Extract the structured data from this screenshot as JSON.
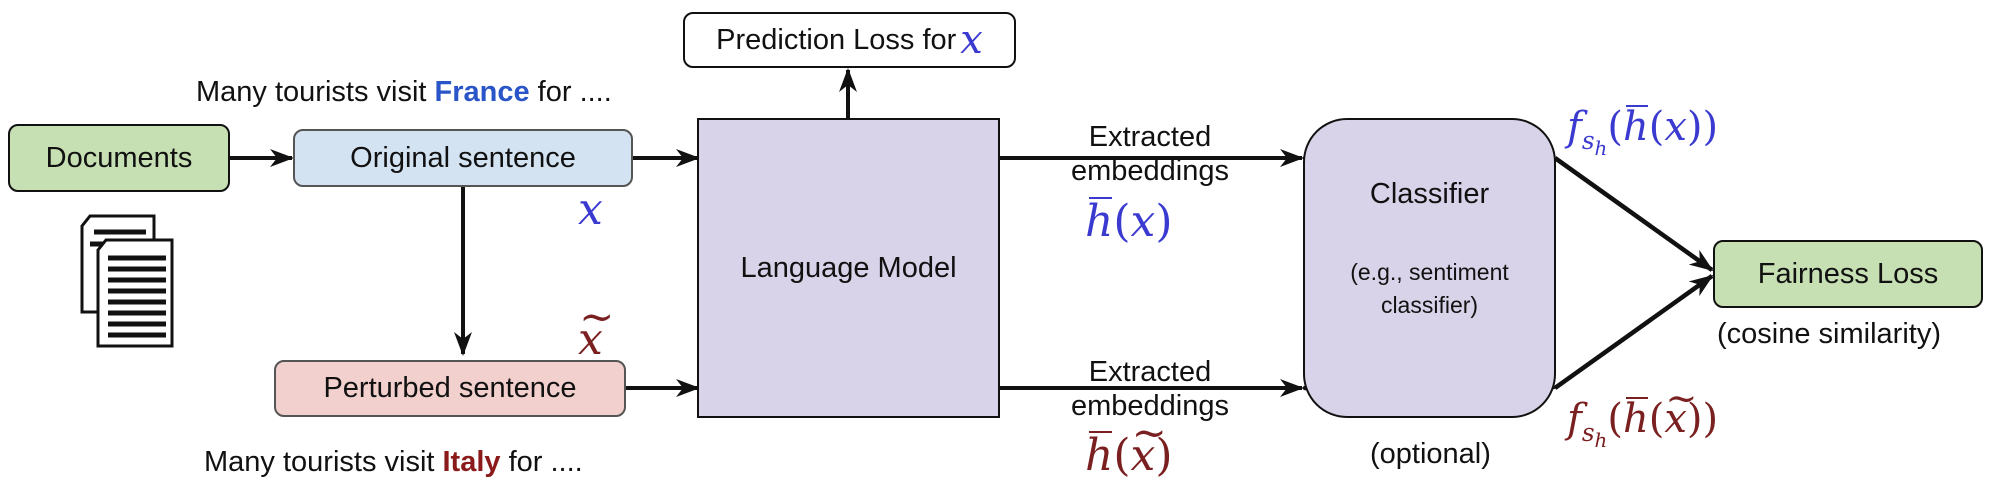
{
  "colors": {
    "documents_fill": "#c6dfb3",
    "original_fill": "#d4e3f2",
    "perturbed_fill": "#f1d0cd",
    "model_fill": "#d8d3e8",
    "blue_text": "#2a55c8",
    "red_text": "#8b1a1a",
    "math_blue": "#3a3ad0",
    "math_red": "#7a2020"
  },
  "icons": {
    "documents": "stacked-documents-icon"
  },
  "nodes": {
    "documents": "Documents",
    "original_sentence": "Original sentence",
    "perturbed_sentence": "Perturbed sentence",
    "prediction_loss": "Prediction Loss for ",
    "language_model": "Language Model",
    "classifier_title": "Classifier",
    "classifier_sub_1": "(e.g., sentiment",
    "classifier_sub_2": "classifier)",
    "classifier_optional": "(optional)",
    "fairness_loss": "Fairness Loss",
    "fairness_sub": "(cosine similarity)"
  },
  "sentences": {
    "top_prefix": "Many tourists visit ",
    "top_highlight": "France",
    "top_suffix": " for ....",
    "bottom_prefix": "Many tourists visit ",
    "bottom_highlight": "Italy",
    "bottom_suffix": " for ...."
  },
  "edge_labels": {
    "top_line1": "Extracted",
    "top_line2": "embeddings",
    "bottom_line1": "Extracted",
    "bottom_line2": "embeddings"
  },
  "math": {
    "x": "x",
    "h": "h",
    "f": "f",
    "s": "s",
    "sh": "h",
    "open": "(",
    "close": ")"
  }
}
